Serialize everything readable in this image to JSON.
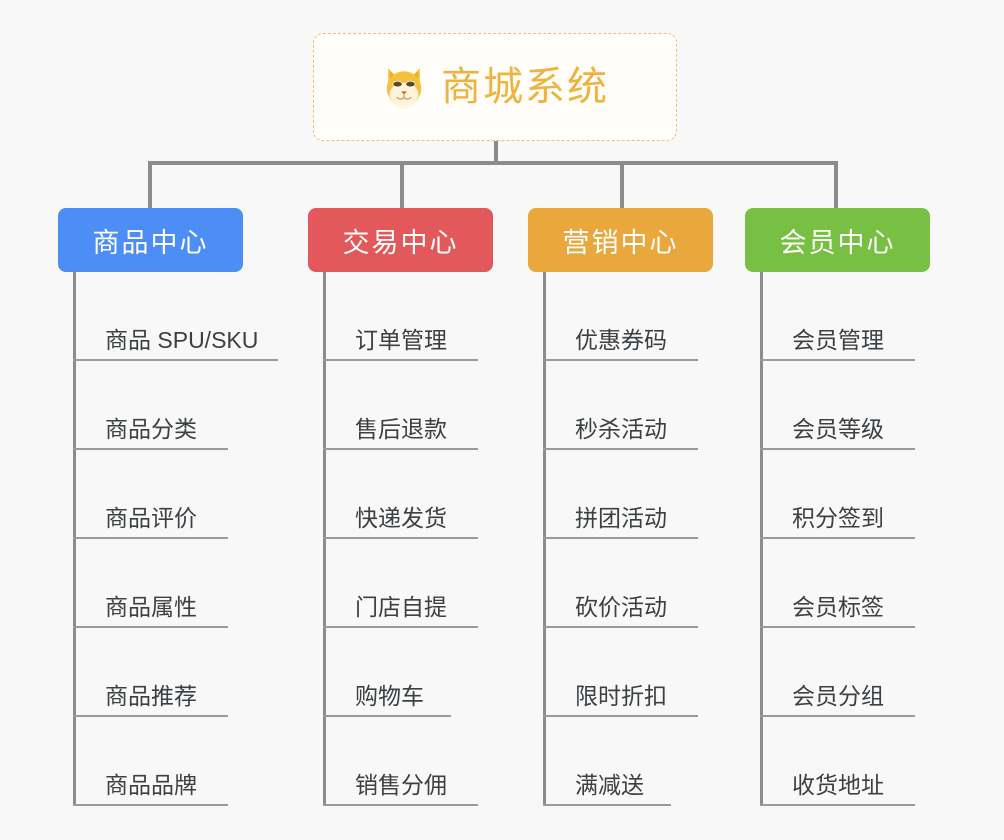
{
  "background_color": "#f8f8f8",
  "root": {
    "title": "商城系统",
    "icon": "dog-face-icon",
    "text_color": "#f0b33d",
    "border_color": "#f0c070"
  },
  "connector_color": "#8c8c8c",
  "columns": [
    {
      "id": "product-center",
      "label": "商品中心",
      "color": "#4c8df6",
      "items": [
        {
          "label": "商品 SPU/SKU",
          "rule_width": 205
        },
        {
          "label": "商品分类",
          "rule_width": 155
        },
        {
          "label": "商品评价",
          "rule_width": 155
        },
        {
          "label": "商品属性",
          "rule_width": 155
        },
        {
          "label": "商品推荐",
          "rule_width": 155
        },
        {
          "label": "商品品牌",
          "rule_width": 155
        }
      ]
    },
    {
      "id": "trade-center",
      "label": "交易中心",
      "color": "#e3585a",
      "items": [
        {
          "label": "订单管理",
          "rule_width": 155
        },
        {
          "label": "售后退款",
          "rule_width": 155
        },
        {
          "label": "快递发货",
          "rule_width": 155
        },
        {
          "label": "门店自提",
          "rule_width": 155
        },
        {
          "label": "购物车",
          "rule_width": 128
        },
        {
          "label": "销售分佣",
          "rule_width": 155
        }
      ]
    },
    {
      "id": "marketing-center",
      "label": "营销中心",
      "color": "#eaa73c",
      "items": [
        {
          "label": "优惠券码",
          "rule_width": 155
        },
        {
          "label": "秒杀活动",
          "rule_width": 155
        },
        {
          "label": "拼团活动",
          "rule_width": 155
        },
        {
          "label": "砍价活动",
          "rule_width": 155
        },
        {
          "label": "限时折扣",
          "rule_width": 155
        },
        {
          "label": "满减送",
          "rule_width": 128
        }
      ]
    },
    {
      "id": "member-center",
      "label": "会员中心",
      "color": "#77c043",
      "items": [
        {
          "label": "会员管理",
          "rule_width": 155
        },
        {
          "label": "会员等级",
          "rule_width": 155
        },
        {
          "label": "积分签到",
          "rule_width": 155
        },
        {
          "label": "会员标签",
          "rule_width": 155
        },
        {
          "label": "会员分组",
          "rule_width": 155
        },
        {
          "label": "收货地址",
          "rule_width": 155
        }
      ]
    }
  ],
  "layout": {
    "column_left": [
      58,
      308,
      528,
      745
    ],
    "drop_x": [
      148,
      400,
      620,
      834
    ]
  }
}
